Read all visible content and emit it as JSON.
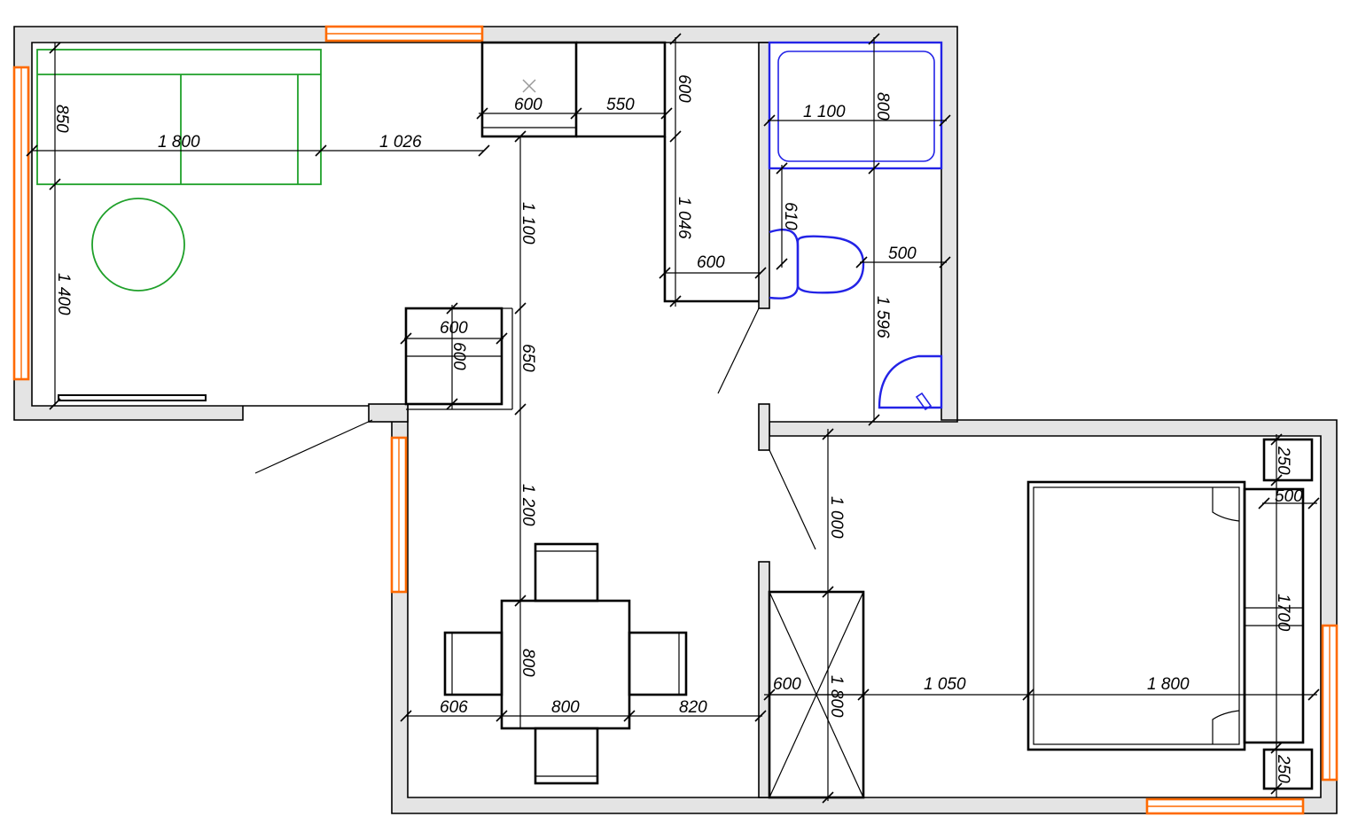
{
  "plan": {
    "dimensions": {
      "sofa_depth": "850",
      "sofa_length": "1 800",
      "sofa_to_kitchen": "1 026",
      "living_depth": "1 400",
      "kitchen_sink_width": "600",
      "kitchen_counter_width": "550",
      "kitchen_counter_depth": "600",
      "kitchen_depth_vertical": "1 100",
      "kitchen_side_length": "1 046",
      "kitchen_return_width": "600",
      "fridge_width": "600",
      "fridge_depth": "600",
      "fridge_gap": "650",
      "hall_to_table": "1 200",
      "table_width": "800",
      "table_depth": "800",
      "table_left_gap": "606",
      "table_right_gap": "820",
      "bath_width": "1 100",
      "bath_depth": "800",
      "toilet_offset": "610",
      "toilet_clearance": "500",
      "bathroom_length": "1 596",
      "bedroom_entry": "1 000",
      "wardrobe_depth": "600",
      "wardrobe_length": "1 800",
      "wardrobe_to_bed": "1 050",
      "bed_length": "1 800",
      "nightstand_top": "250",
      "nightstand_depth": "500",
      "bed_width": "1700",
      "nightstand_bottom": "250"
    }
  }
}
